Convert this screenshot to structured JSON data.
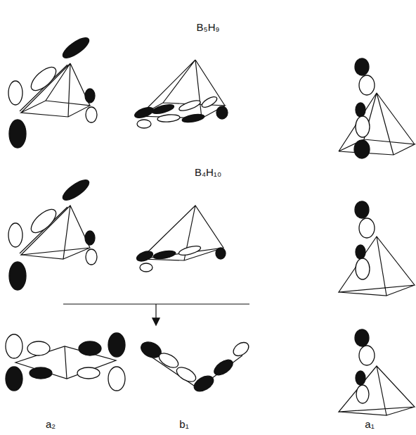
{
  "diagram": {
    "labels": [
      "B₅H₉",
      "B₄H₁₀",
      "a₂",
      "b₁",
      "a₁"
    ]
  }
}
